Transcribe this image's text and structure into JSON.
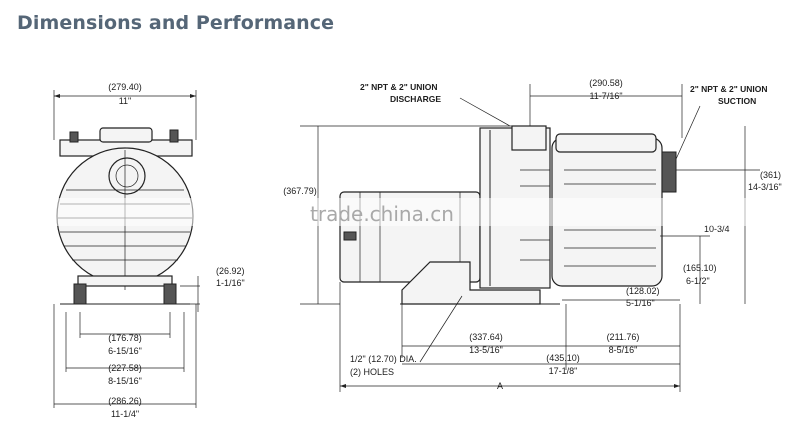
{
  "page": {
    "heading": "Dimensions and Performance"
  },
  "watermark": {
    "text": "trade.china.cn"
  },
  "front_view": {
    "width_mm": "(279.40)",
    "width_in": "11\"",
    "foot_height_mm": "(26.92)",
    "foot_height_in": "1-1/16\"",
    "inner_mount_mm": "(176.78)",
    "inner_mount_in": "6-15/16\"",
    "outer_mount_mm": "(227.58)",
    "outer_mount_in": "8-15/16\"",
    "base_width_mm": "(286.26)",
    "base_width_in": "11-1/4\""
  },
  "side_view": {
    "discharge_label_line1": "2\" NPT & 2\" UNION",
    "discharge_label_line2": "DISCHARGE",
    "suction_label_line1": "2\" NPT & 2\" UNION",
    "suction_label_line2": "SUCTION",
    "strainer_width_mm": "(290.58)",
    "strainer_width_in": "11-7/16\"",
    "total_height_mm": "(367.79)",
    "suction_height_mm": "(361)",
    "suction_height_in": "14-3/16\"",
    "partial_right": "10-3/4",
    "center_height_mm": "(165.10)",
    "center_height_in": "6-1/2\"",
    "foot_offset_mm": "(128.02)",
    "foot_offset_in": "5-1/16\"",
    "motor_mount_mm": "(337.64)",
    "motor_mount_in": "13-5/16\"",
    "front_offset_mm": "(211.76)",
    "front_offset_in": "8-5/16\"",
    "base_length_mm": "(435.10)",
    "base_length_in": "17-1/8\"",
    "holes_line1": "1/2\" (12.70) DIA.",
    "holes_line2": "(2) HOLES",
    "overall_length_label": "A"
  }
}
